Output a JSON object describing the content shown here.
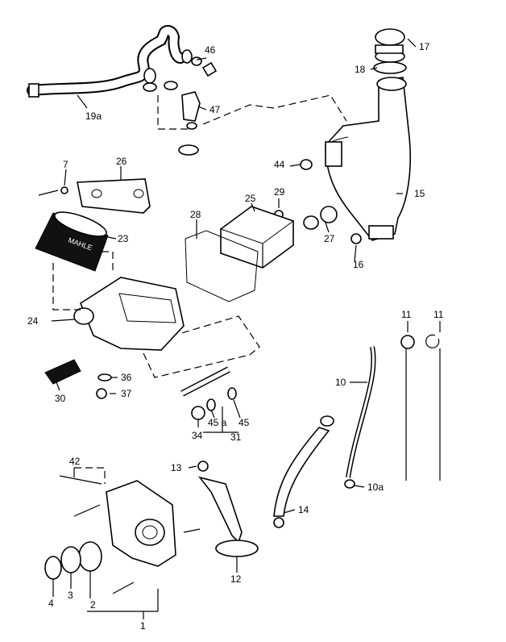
{
  "labels": {
    "p1": "1",
    "p2": "2",
    "p3": "3",
    "p4": "4",
    "p7": "7",
    "p10": "10",
    "p10a": "10a",
    "p11a": "11",
    "p11b": "11",
    "p12": "12",
    "p13": "13",
    "p14": "14",
    "p15": "15",
    "p16": "16",
    "p17": "17",
    "p18": "18",
    "p19a": "19a",
    "p23": "23",
    "p24": "24",
    "p25": "25",
    "p26": "26",
    "p27": "27",
    "p28": "28",
    "p29": "29",
    "p30": "30",
    "p31": "31",
    "p34": "34",
    "p36": "36",
    "p37": "37",
    "p42": "42",
    "p44": "44",
    "p45a": "45 a",
    "p45": "45",
    "p46": "46",
    "p47": "47"
  },
  "filter_brand": "MAHLE"
}
